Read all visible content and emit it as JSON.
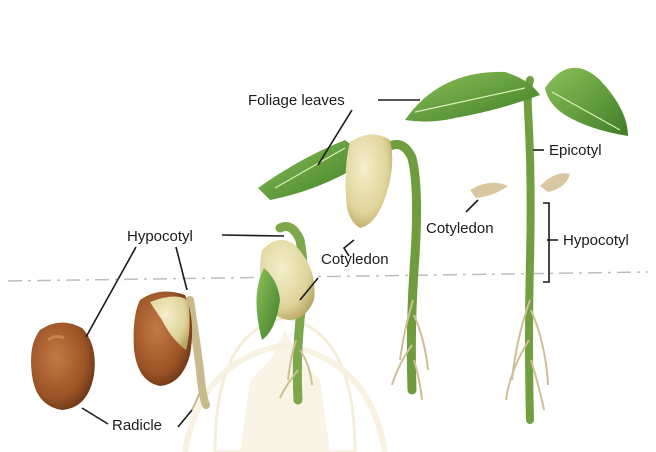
{
  "labels": {
    "foliage_leaves": "Foliage leaves",
    "epicotyl": "Epicotyl",
    "hypocotyl_left": "Hypocotyl",
    "hypocotyl_right": "Hypocotyl",
    "cotyledon_center": "Cotyledon",
    "cotyledon_right": "Cotyledon",
    "radicle": "Radicle"
  },
  "colors": {
    "seed_brown": "#a35c2a",
    "seed_cream": "#e9e2b4",
    "stem_green": "#6f9f3f",
    "leaf_green": "#5e9a3a",
    "root_tan": "#c9bd95",
    "soil_line": "#b8b8b8",
    "watermark": "#e8d9a8"
  }
}
